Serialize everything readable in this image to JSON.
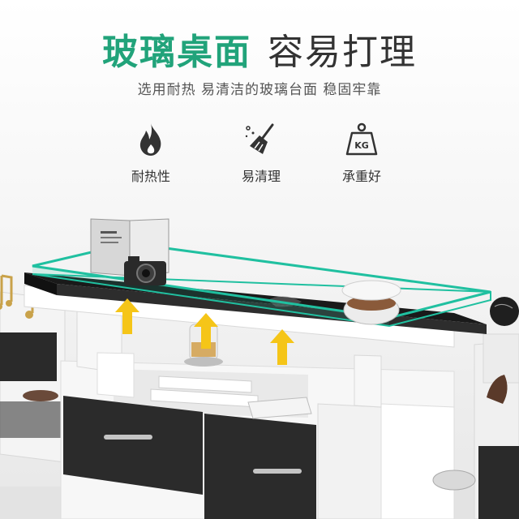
{
  "header": {
    "title_main": "玻璃桌面",
    "title_sub": "容易打理",
    "subtitle": "选用耐热 易清洁的玻璃台面 稳固牢靠"
  },
  "features": [
    {
      "icon": "flame-icon",
      "label": "耐热性"
    },
    {
      "icon": "broom-icon",
      "label": "易清理"
    },
    {
      "icon": "weight-icon",
      "label": "承重好",
      "icon_text": "KG"
    }
  ],
  "colors": {
    "accent": "#21a37a",
    "arrow": "#f5c518",
    "glass_outline": "#20c0a0",
    "cabinet_white": "#f7f7f7",
    "cabinet_black": "#2b2b2b"
  }
}
